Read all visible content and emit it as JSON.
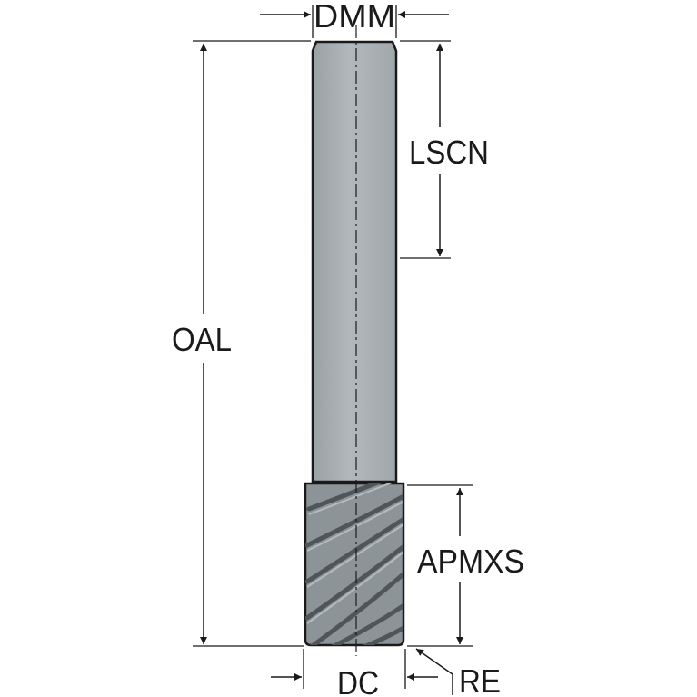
{
  "diagram": {
    "labels": {
      "dmm": "DMM",
      "lscn": "LSCN",
      "oal": "OAL",
      "apmxs": "APMXS",
      "dc": "DC",
      "re": "RE"
    },
    "colors": {
      "shank": "#a5acb0",
      "shank_highlight": "#c3c9cc",
      "cutter": "#8d9498",
      "flute": "#5a6064",
      "outline": "#1a1a1a",
      "dimension": "#1a1a1a",
      "background": "#ffffff"
    }
  }
}
